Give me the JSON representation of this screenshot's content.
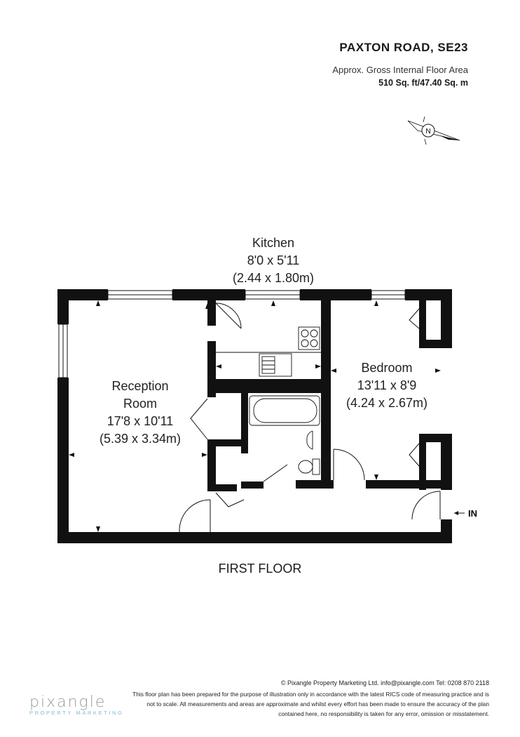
{
  "header": {
    "address": "PAXTON ROAD, SE23",
    "area_label": "Approx. Gross Internal Floor Area",
    "area_value": "510 Sq. ft/47.40 Sq. m"
  },
  "compass": {
    "letter": "N"
  },
  "rooms": {
    "kitchen": {
      "name": "Kitchen",
      "imperial": "8'0 x 5'11",
      "metric": "(2.44 x 1.80m)"
    },
    "reception": {
      "name_line1": "Reception",
      "name_line2": "Room",
      "imperial": "17'8 x 10'11",
      "metric": "(5.39 x 3.34m)"
    },
    "bedroom": {
      "name": "Bedroom",
      "imperial": "13'11 x 8'9",
      "metric": "(4.24 x 2.67m)"
    }
  },
  "entrance": {
    "label": "IN"
  },
  "floor_label": "FIRST FLOOR",
  "footer": {
    "copyright": "© Pixangle Property Marketing Ltd. info@pixangle.com Tel: 0208 870 2118",
    "disclaimer_1": "This floor plan has been prepared for the purpose of illustration only in accordance with the latest RICS code of measuring practice and is",
    "disclaimer_2": "not to scale. All measurements and areas are approximate and whilst every effort has been made to ensure the accuracy of the plan",
    "disclaimer_3": "contained here, no responsibility is taken for any error, omission or misstatement."
  },
  "logo": {
    "main": "pixangle",
    "sub": "PROPERTY MARKETING",
    "sub_color": "#7fbcd0"
  }
}
